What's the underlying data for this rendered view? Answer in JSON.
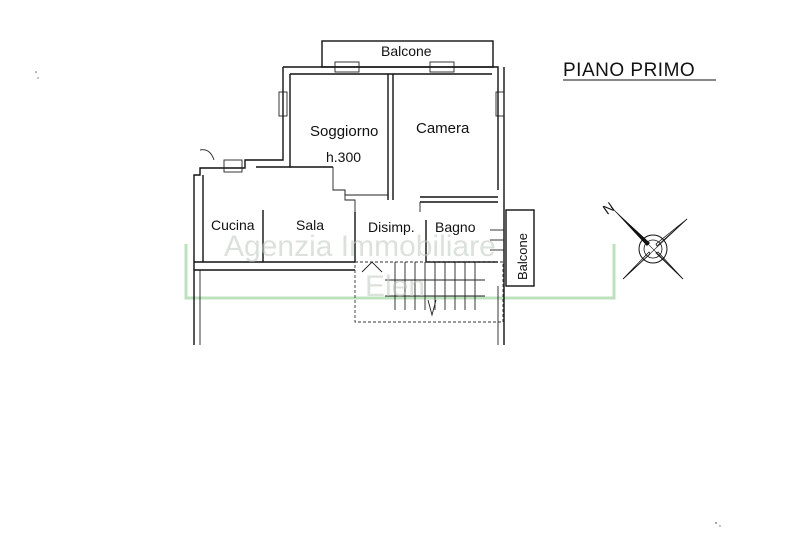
{
  "title": "PIANO PRIMO",
  "rooms": {
    "balcone_top": "Balcone",
    "soggiorno": "Soggiorno",
    "soggiorno_height": "h.300",
    "camera": "Camera",
    "cucina": "Cucina",
    "sala": "Sala",
    "disimp": "Disimp.",
    "bagno": "Bagno",
    "balcone_side": "Balcone"
  },
  "watermark": {
    "line1": "Agenzia Immobiliare",
    "line2": "Elen"
  },
  "compass": {
    "north_label": "N",
    "icon": "compass-rose-icon"
  },
  "colors": {
    "watermark_frame": "#8fcf8f",
    "walls": "#111111"
  }
}
